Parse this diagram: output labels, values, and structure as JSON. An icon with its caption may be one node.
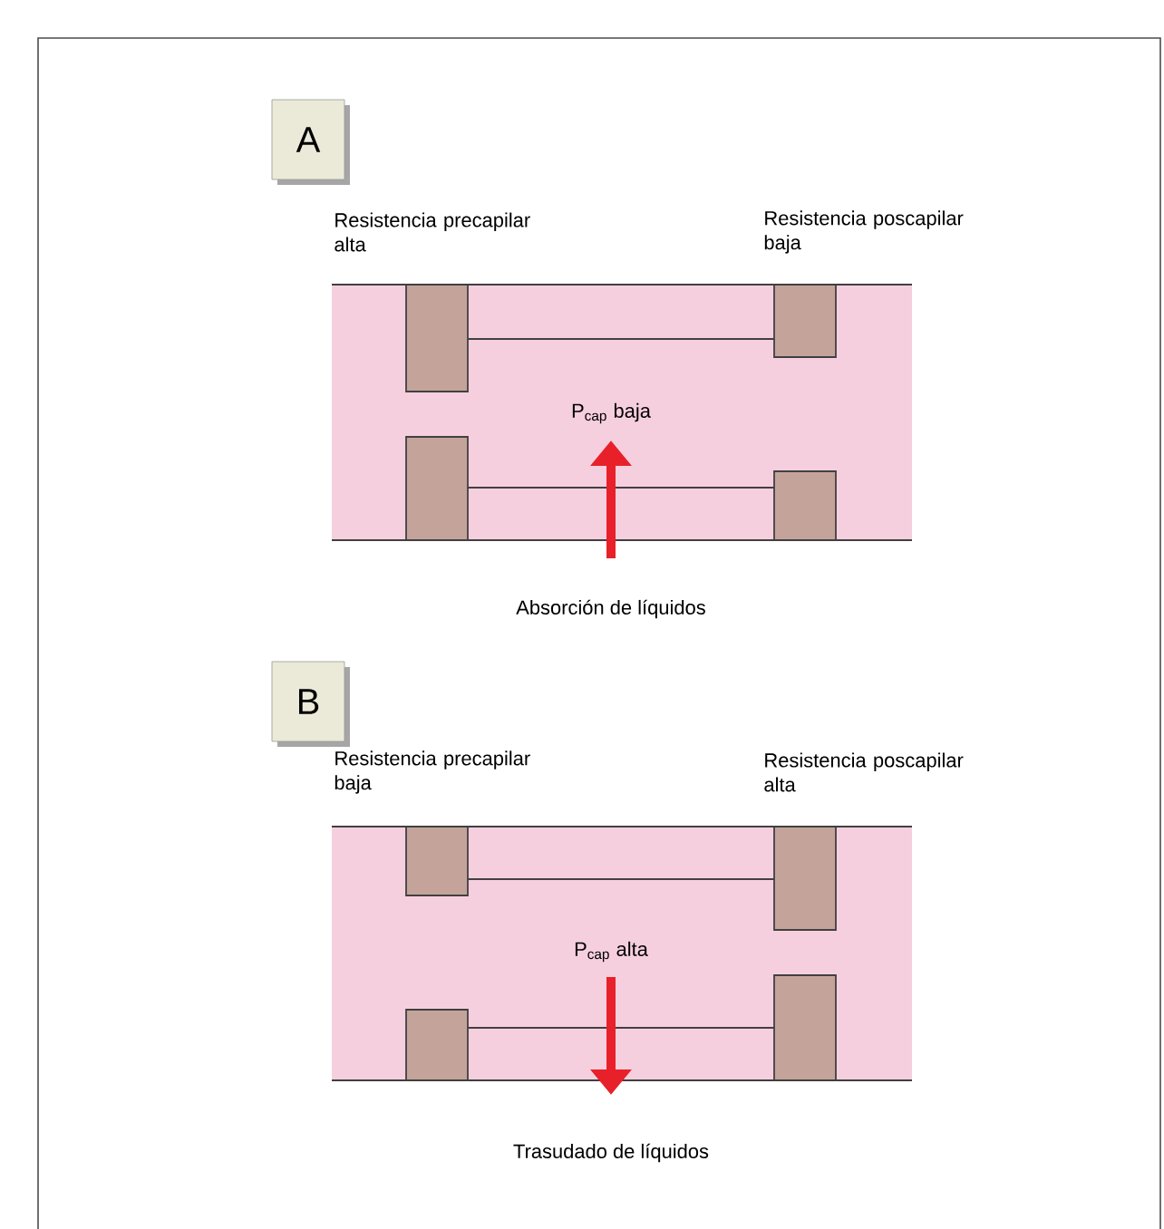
{
  "diagram": {
    "nodes": [
      {
        "text": [
          "A"
        ]
      },
      {
        "text": [
          "B"
        ]
      }
    ],
    "labels": [
      "Resistencia precapilar alta",
      "Resistencia poscapilar baja",
      "P$_{cap}$ baja",
      "Absorción de líquidos",
      "Resistencia precapilar baja",
      "Resistencia poscapilar alta",
      "P$_{cap}$ alta",
      "Trasudado de líquidos"
    ]
  }
}
